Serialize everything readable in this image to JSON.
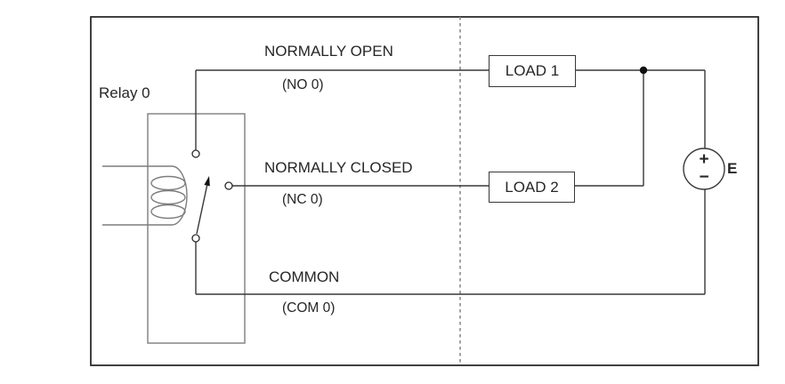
{
  "colors": {
    "background": "#ffffff",
    "frame": "#1f1f1f",
    "wire": "#383838",
    "relay_outline": "#7d7d7d",
    "separator": "#8a8a8a",
    "text": "#262626",
    "box_fill": "#ffffff",
    "junction": "#111111"
  },
  "relay": {
    "label": "Relay 0"
  },
  "terminals": {
    "no": {
      "name": "NORMALLY OPEN",
      "code": "(NO 0)"
    },
    "nc": {
      "name": "NORMALLY CLOSED",
      "code": "(NC 0)"
    },
    "com": {
      "name": "COMMON",
      "code": "(COM 0)"
    }
  },
  "loads": [
    {
      "label": "LOAD 1"
    },
    {
      "label": "LOAD 2"
    }
  ],
  "source": {
    "label": "E",
    "positive": "+",
    "negative": "−"
  }
}
